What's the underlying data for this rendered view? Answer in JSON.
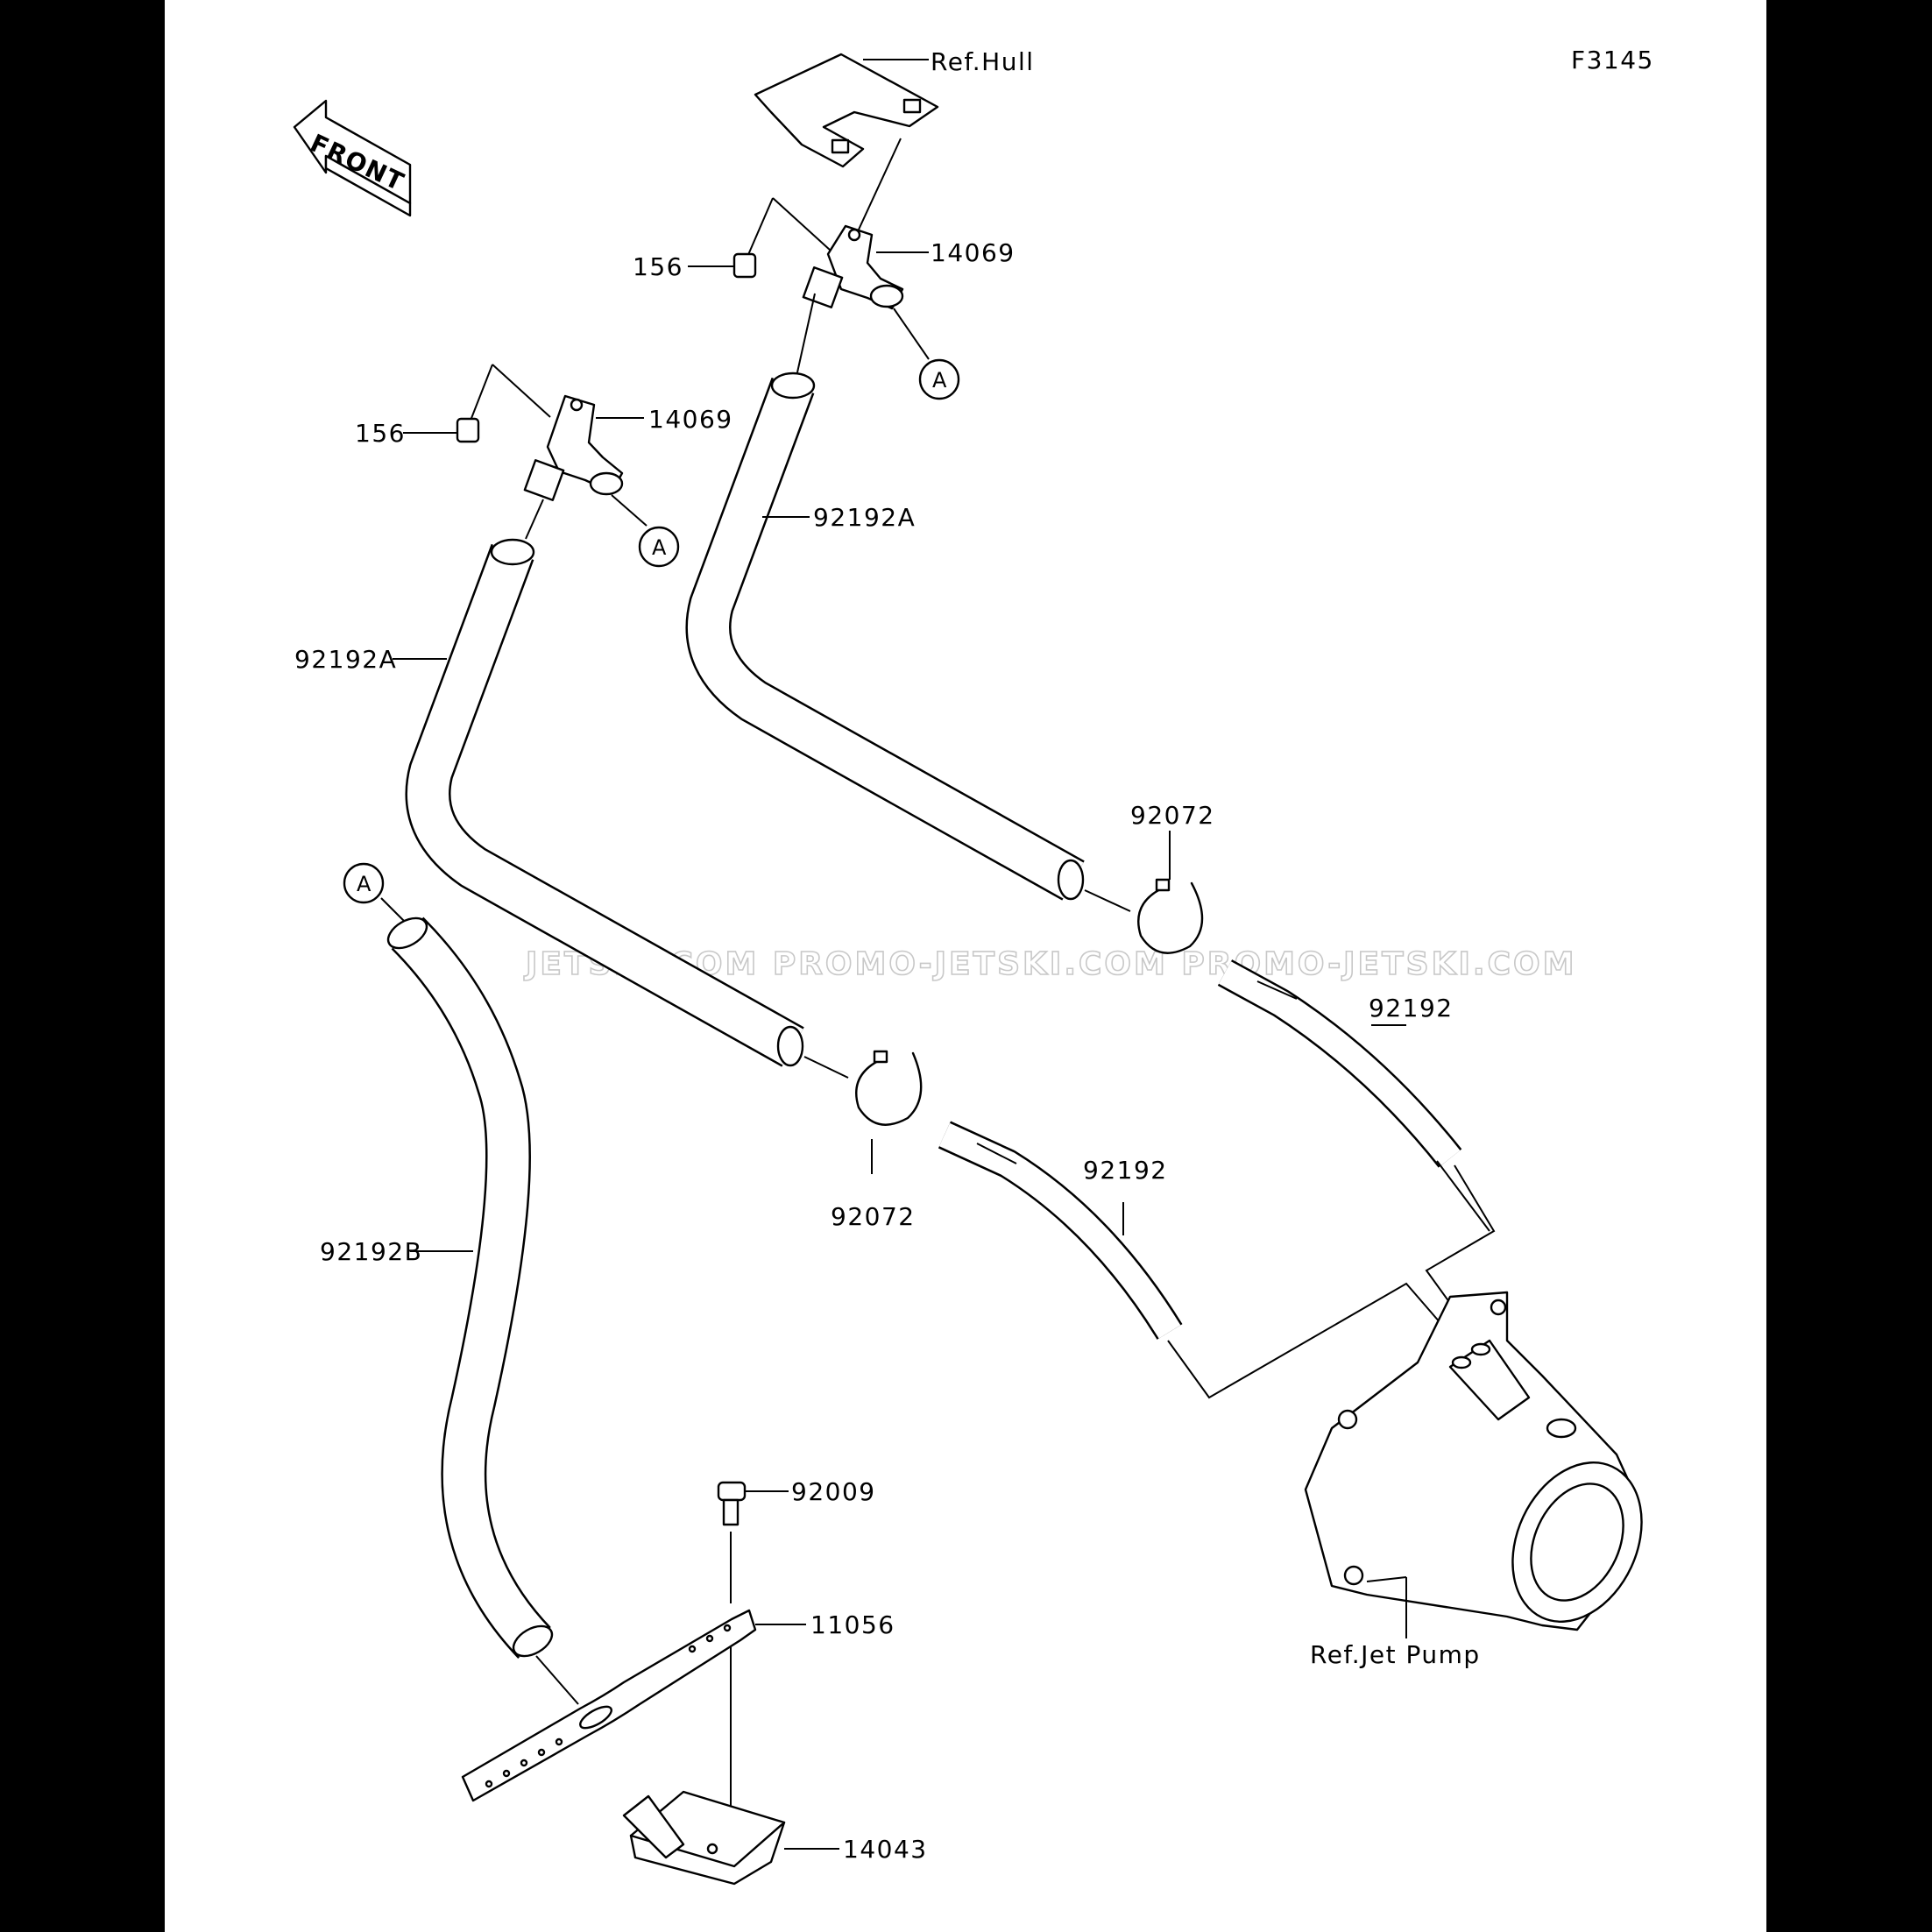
{
  "figure_code": "F3145",
  "front_arrow_label": "FRONT",
  "watermark": "JETSKI.COM   PROMO-JETSKI.COM   PROMO-JETSKI.COM",
  "refs": {
    "hull": "Ref.Hull",
    "jet_pump": "Ref.Jet Pump"
  },
  "callout_letter": "A",
  "parts": {
    "bolt_upper": "156",
    "bolt_lower": "156",
    "fitting_upper": "14069",
    "fitting_lower": "14069",
    "hose_a_right": "92192A",
    "hose_a_left": "92192A",
    "hose_b": "92192B",
    "clamp_upper": "92072",
    "clamp_lower": "92072",
    "hose_right": "92192",
    "hose_center": "92192",
    "screw": "92009",
    "bracket": "11056",
    "strainer": "14043"
  }
}
